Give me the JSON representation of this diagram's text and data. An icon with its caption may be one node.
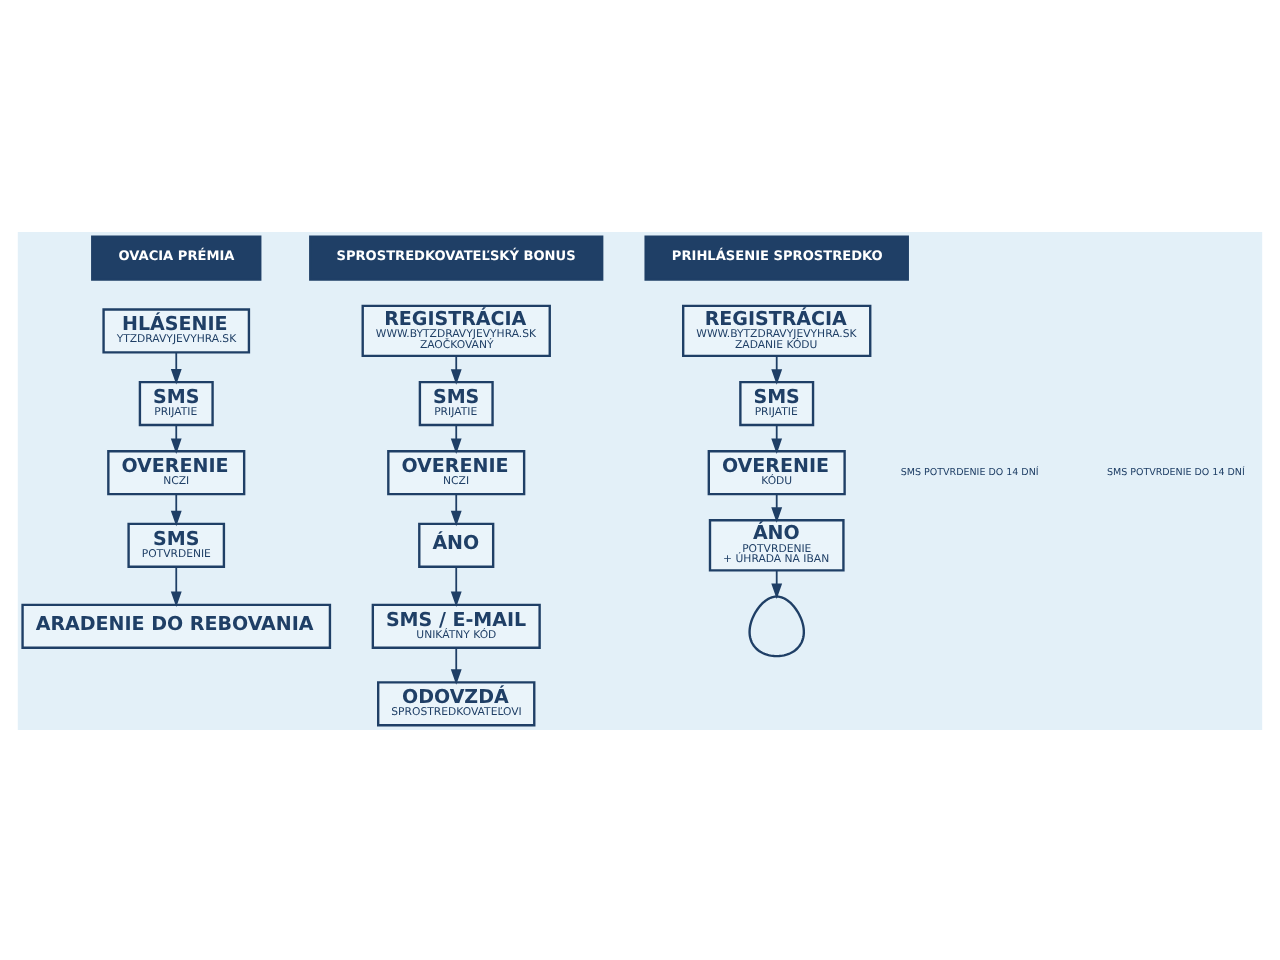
{
  "diagram": {
    "nodes": [
      {
        "text": [
          "OVACIA PRÉMIA"
        ]
      },
      {
        "text": [
          "HLÁSENIE",
          "YTZDRAVYJEVYHRA.SK"
        ]
      },
      {
        "text": [
          "SMS",
          "PRIJATIE"
        ]
      },
      {
        "text": [
          "OVERENIE",
          "NCZI"
        ]
      },
      {
        "text": [
          "SMS",
          "POTVRDENIE"
        ]
      },
      {
        "text": [
          "ARADENIE DO REBOVANIA"
        ]
      },
      {
        "text": [
          "SPROSTREDKOVATEĽSKÝ BONUS"
        ]
      },
      {
        "text": [
          "REGISTRÁCIA",
          "WWW.BYTZDRAVYJEVYHRA.SK",
          "ZAOČKOVANÝ"
        ]
      },
      {
        "text": [
          "SMS",
          "PRIJATIE"
        ]
      },
      {
        "text": [
          "OVERENIE",
          "NCZI"
        ]
      },
      {
        "text": [
          "ÁNO"
        ]
      },
      {
        "text": [
          "SMS / E-MAIL",
          "UNIKÁTNY KÓD"
        ]
      },
      {
        "text": [
          "ODOVZDÁ",
          "SPROSTREDKOVATEĽOVI"
        ]
      },
      {
        "text": [
          "PRIHLÁSENIE SPROSTREDKO"
        ]
      },
      {
        "text": [
          "REGISTRÁCIA",
          "WWW.BYTZDRAVYJEVYHRA.SK",
          "ZADANIE KÓDU"
        ]
      },
      {
        "text": [
          "SMS",
          "PRIJATIE"
        ]
      },
      {
        "text": [
          "OVERENIE",
          "KÓDU"
        ]
      },
      {
        "text": [
          "ÁNO",
          "POTVRDENIE",
          "+ ÚHRADA NA IBAN"
        ]
      },
      {
        "text": [],
        "shape": "person"
      }
    ],
    "edges": [
      {
        "from": 1,
        "to": 2,
        "arrow": "to"
      },
      {
        "from": 2,
        "to": 3,
        "arrow": "to"
      },
      {
        "from": 3,
        "to": 4,
        "arrow": "to"
      },
      {
        "from": 4,
        "to": 5,
        "arrow": "to"
      },
      {
        "from": 7,
        "to": 8,
        "arrow": "to"
      },
      {
        "from": 8,
        "to": 9,
        "arrow": "to"
      },
      {
        "from": 9,
        "to": 10,
        "arrow": "to"
      },
      {
        "from": 10,
        "to": 11,
        "arrow": "to"
      },
      {
        "from": 11,
        "to": 12,
        "arrow": "to"
      },
      {
        "from": 14,
        "to": 15,
        "arrow": "to"
      },
      {
        "from": 15,
        "to": 16,
        "arrow": "to"
      },
      {
        "from": 16,
        "to": 17,
        "arrow": "to"
      },
      {
        "from": 17,
        "to": 18,
        "arrow": "to"
      }
    ],
    "labels": [
      "SMS POTVRDENIE DO 14 DNÍ",
      "SMS POTVRDENIE DO 14 DNÍ"
    ]
  }
}
